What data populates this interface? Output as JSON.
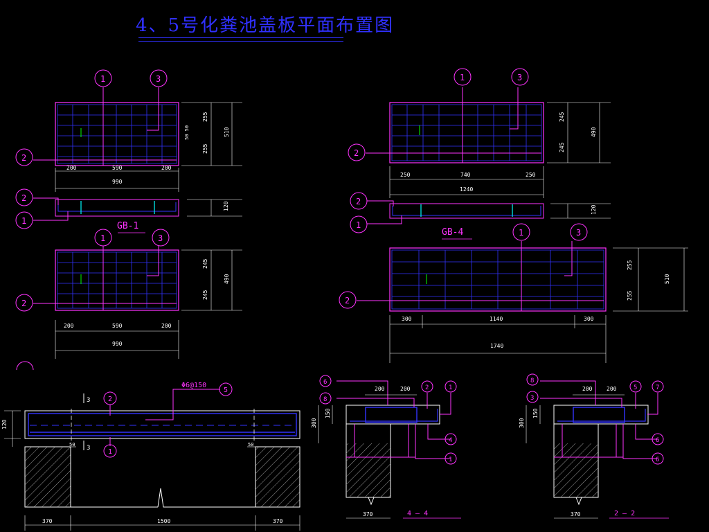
{
  "title": "4、5号化粪池盖板平面布置图",
  "colors": {
    "background": "#000000",
    "slab_outline": "#ff33ff",
    "rebar": "#3333ff",
    "dimension": "#ffffff",
    "callout": "#ff33ff",
    "hatch": "#9a9a9a",
    "accent": "#00ff00",
    "section_bar": "#00ffff"
  },
  "callout_labels": {
    "c1": "1",
    "c2": "2",
    "c3": "3",
    "c4": "4",
    "c5": "5",
    "c6": "6",
    "c7": "7",
    "c8": "8"
  },
  "labels": {
    "gb1": "GB-1",
    "gb4": "GB-4",
    "rebar_spec": "Φ6@150",
    "sec_mark_a": "3",
    "sec_mark_b": "3",
    "sec_4": "4  —  4",
    "sec_2": "2  —  2"
  },
  "dims": {
    "p1_top": [
      "200",
      "590",
      "200"
    ],
    "p1_total": "990",
    "p1_side": [
      "255",
      "255"
    ],
    "p1_side_small": "50 50",
    "p1_side_total": "510",
    "p1_thk": "120",
    "p2_top": [
      "250",
      "740",
      "250"
    ],
    "p2_total": "1240",
    "p2_side": [
      "245",
      "245"
    ],
    "p2_side_total": "490",
    "p2_thk": "120",
    "p3_bot": [
      "200",
      "590",
      "200"
    ],
    "p3_total": "990",
    "p3_side": [
      "245",
      "245"
    ],
    "p3_side_total": "490",
    "p4_bot": [
      "300",
      "1140",
      "300"
    ],
    "p4_total": "1740",
    "p4_side": [
      "255",
      "255"
    ],
    "p4_side_total": "510",
    "s_bot": [
      "370",
      "1500",
      "370"
    ],
    "s_left": "120",
    "s_mid_left": "50",
    "s_mid_right": "50",
    "d1_top": [
      "200",
      "200"
    ],
    "d1_side": [
      "300",
      "150"
    ],
    "d1_bot": "370",
    "d2_top": [
      "200",
      "200"
    ],
    "d2_side": [
      "300",
      "150"
    ],
    "d2_bot": "370"
  }
}
